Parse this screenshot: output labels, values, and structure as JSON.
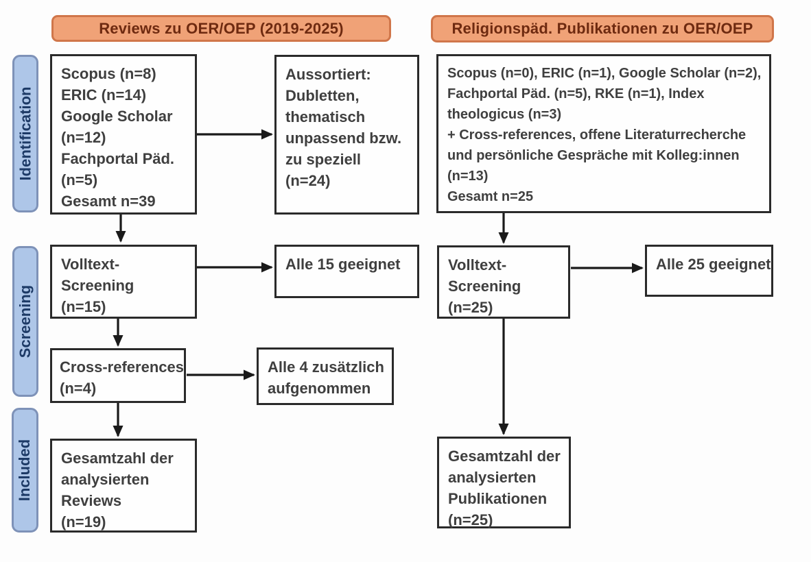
{
  "diagram": {
    "headers": {
      "left": "Reviews zu OER/OEP (2019-2025)",
      "right": "Religionspäd. Publikationen zu OER/OEP"
    },
    "stages": {
      "identification": "Identification",
      "screening": "Screening",
      "included": "Included"
    },
    "left_column": {
      "sources": {
        "lines": [
          "Scopus (n=8)",
          "ERIC (n=14)",
          "Google Scholar",
          "(n=12)",
          "Fachportal Päd.",
          "(n=5)",
          "Gesamt n=39"
        ]
      },
      "excluded": {
        "lines": [
          "Aussortiert:",
          "Dubletten,",
          "thematisch",
          "unpassend bzw.",
          "zu speziell",
          "(n=24)"
        ]
      },
      "fulltext_screening": {
        "lines": [
          "Volltext-",
          "Screening",
          "(n=15)"
        ]
      },
      "fulltext_result": {
        "lines": [
          "Alle 15 geeignet"
        ]
      },
      "crossref": {
        "lines": [
          "Cross-references",
          "(n=4)"
        ]
      },
      "crossref_result": {
        "lines": [
          "Alle 4 zusätzlich",
          "aufgenommen"
        ]
      },
      "included_total": {
        "lines": [
          "Gesamtzahl der",
          "analysierten",
          "Reviews",
          "(n=19)"
        ]
      }
    },
    "right_column": {
      "sources": {
        "lines": [
          "Scopus (n=0), ERIC (n=1), Google Scholar (n=2),",
          "Fachportal Päd. (n=5), RKE (n=1), Index",
          "theologicus (n=3)",
          "+ Cross-references, offene Literaturrecherche",
          "und persönliche Gespräche mit Kolleg:innen",
          "(n=13)",
          "Gesamt n=25"
        ]
      },
      "fulltext_screening": {
        "lines": [
          "Volltext-",
          "Screening",
          "(n=25)"
        ]
      },
      "fulltext_result": {
        "lines": [
          "Alle 25 geeignet"
        ]
      },
      "included_total": {
        "lines": [
          "Gesamtzahl der",
          "analysierten",
          "Publikationen",
          "(n=25)"
        ]
      }
    },
    "colors": {
      "header_fill": "#f0a277",
      "header_border": "#d0764a",
      "header_text": "#6e2a10",
      "stage_fill": "#aec6e8",
      "stage_border": "#7e92b8",
      "stage_text": "#1d3a66",
      "box_border": "#2a2a2a",
      "box_text": "#3f3f3f",
      "arrow": "#1a1a1a",
      "background": "#fdfdfd"
    }
  }
}
